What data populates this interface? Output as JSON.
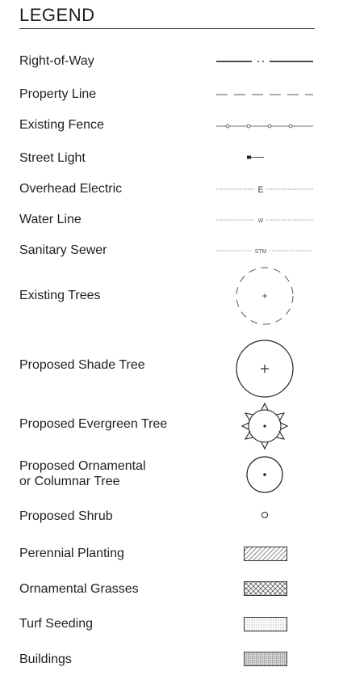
{
  "legend": {
    "title": "LEGEND",
    "items": [
      {
        "label": "Right-of-Way",
        "symbol": "solid-line-with-dot-gap"
      },
      {
        "label": "Property Line",
        "symbol": "long-dash-line"
      },
      {
        "label": "Existing Fence",
        "symbol": "line-with-small-circles"
      },
      {
        "label": "Street Light",
        "symbol": "street-light-marker"
      },
      {
        "label": "Overhead Electric",
        "symbol": "dotted-line-with-letter",
        "symbol_text": "E"
      },
      {
        "label": "Water Line",
        "symbol": "dotted-line-with-letters",
        "symbol_text": "W"
      },
      {
        "label": "Sanitary Sewer",
        "symbol": "dotted-line-with-letters",
        "symbol_text": "STM"
      },
      {
        "label": "Existing Trees",
        "symbol": "dashed-circle-with-plus"
      },
      {
        "label": "Proposed Shade Tree",
        "symbol": "solid-circle-with-plus"
      },
      {
        "label": "Proposed Evergreen Tree",
        "symbol": "evergreen-star-circle"
      },
      {
        "label_line1": "Proposed Ornamental",
        "label_line2": "or Columnar Tree",
        "symbol": "small-circle-with-dot"
      },
      {
        "label": "Proposed Shrub",
        "symbol": "tiny-circle"
      },
      {
        "label": "Perennial Planting",
        "symbol": "diagonal-hatch-box"
      },
      {
        "label": "Ornamental Grasses",
        "symbol": "crosshatch-box"
      },
      {
        "label": "Turf Seeding",
        "symbol": "stipple-box"
      },
      {
        "label": "Buildings",
        "symbol": "dense-stipple-box"
      }
    ]
  }
}
